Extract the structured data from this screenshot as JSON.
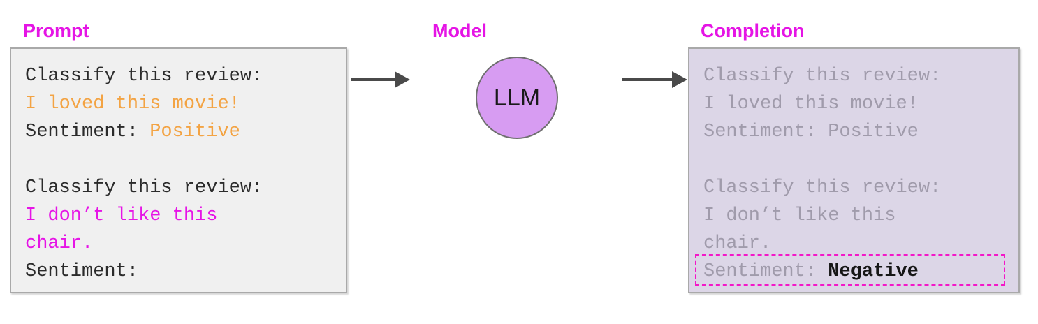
{
  "diagram": {
    "title_labels": {
      "prompt": "Prompt",
      "model": "Model",
      "completion": "Completion"
    },
    "accent_color": "#e514e5",
    "highlight_color": "#f318c8"
  },
  "prompt": {
    "panel_fill": "#f0f0f0",
    "lines": [
      {
        "segments": [
          {
            "text": "Classify this review:",
            "color": "#2b2b2b"
          }
        ]
      },
      {
        "segments": [
          {
            "text": "I loved this movie!",
            "color": "#f3a343"
          }
        ]
      },
      {
        "segments": [
          {
            "text": "Sentiment: ",
            "color": "#2b2b2b"
          },
          {
            "text": "Positive",
            "color": "#f3a343"
          }
        ]
      },
      {
        "segments": [
          {
            "text": "",
            "color": "#2b2b2b"
          }
        ]
      },
      {
        "segments": [
          {
            "text": "Classify this review:",
            "color": "#2b2b2b"
          }
        ]
      },
      {
        "segments": [
          {
            "text": "I don’t like this",
            "color": "#e614e6"
          }
        ]
      },
      {
        "segments": [
          {
            "text": "chair.",
            "color": "#e614e6"
          }
        ]
      },
      {
        "segments": [
          {
            "text": "Sentiment:",
            "color": "#2b2b2b"
          }
        ]
      }
    ],
    "line1": "Classify this review:",
    "line2": "I loved this movie!",
    "line3_label": "Sentiment: ",
    "line3_value": "Positive",
    "line5": "Classify this review:",
    "line6": "I don’t like this",
    "line7": "chair.",
    "line8": "Sentiment:"
  },
  "model": {
    "node_label": "LLM",
    "node_fill": "#d79cf2"
  },
  "completion": {
    "panel_fill": "#dcd6e7",
    "muted_color": "#a09bab",
    "line1": "Classify this review:",
    "line2": "I loved this movie!",
    "line3": "Sentiment: Positive",
    "line5": "Classify this review:",
    "line6": "I don’t like this",
    "line7": "chair.",
    "line8_label": "Sentiment: ",
    "line8_answer": "Negative"
  },
  "arrows": {
    "prompt_to_model": "arrow-right",
    "model_to_completion": "arrow-right"
  }
}
